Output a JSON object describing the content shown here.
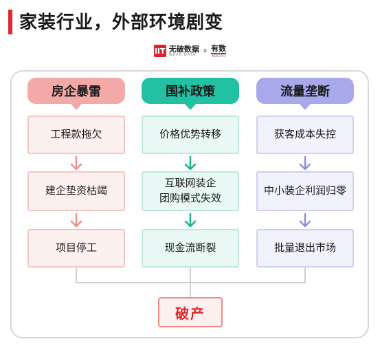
{
  "title": "家装行业，外部环境剧变",
  "logos": {
    "brand1_mark": "lIT",
    "brand1_cn": "无破数据",
    "brand1_en": "WUPO DATA",
    "separator": "x",
    "brand2_cn": "有数",
    "brand2_en": "WEN DATA"
  },
  "columns": [
    {
      "header": "房企暴雷",
      "steps": [
        "工程款拖欠",
        "建企垫资枯竭",
        "项目停工"
      ],
      "color": "#f3a9a7",
      "arrow_color": "#f08f8c"
    },
    {
      "header": "国补政策",
      "steps": [
        "价格优势转移",
        "互联网装企\n团购模式失效",
        "现金流断裂"
      ],
      "color": "#22c1a3",
      "arrow_color": "#18b394"
    },
    {
      "header": "流量垄断",
      "steps": [
        "获客成本失控",
        "中小装企利润归零",
        "批量退出市场"
      ],
      "color": "#a8a9ea",
      "arrow_color": "#8f90df"
    }
  ],
  "result": "破产",
  "result_color": "#e0262f"
}
